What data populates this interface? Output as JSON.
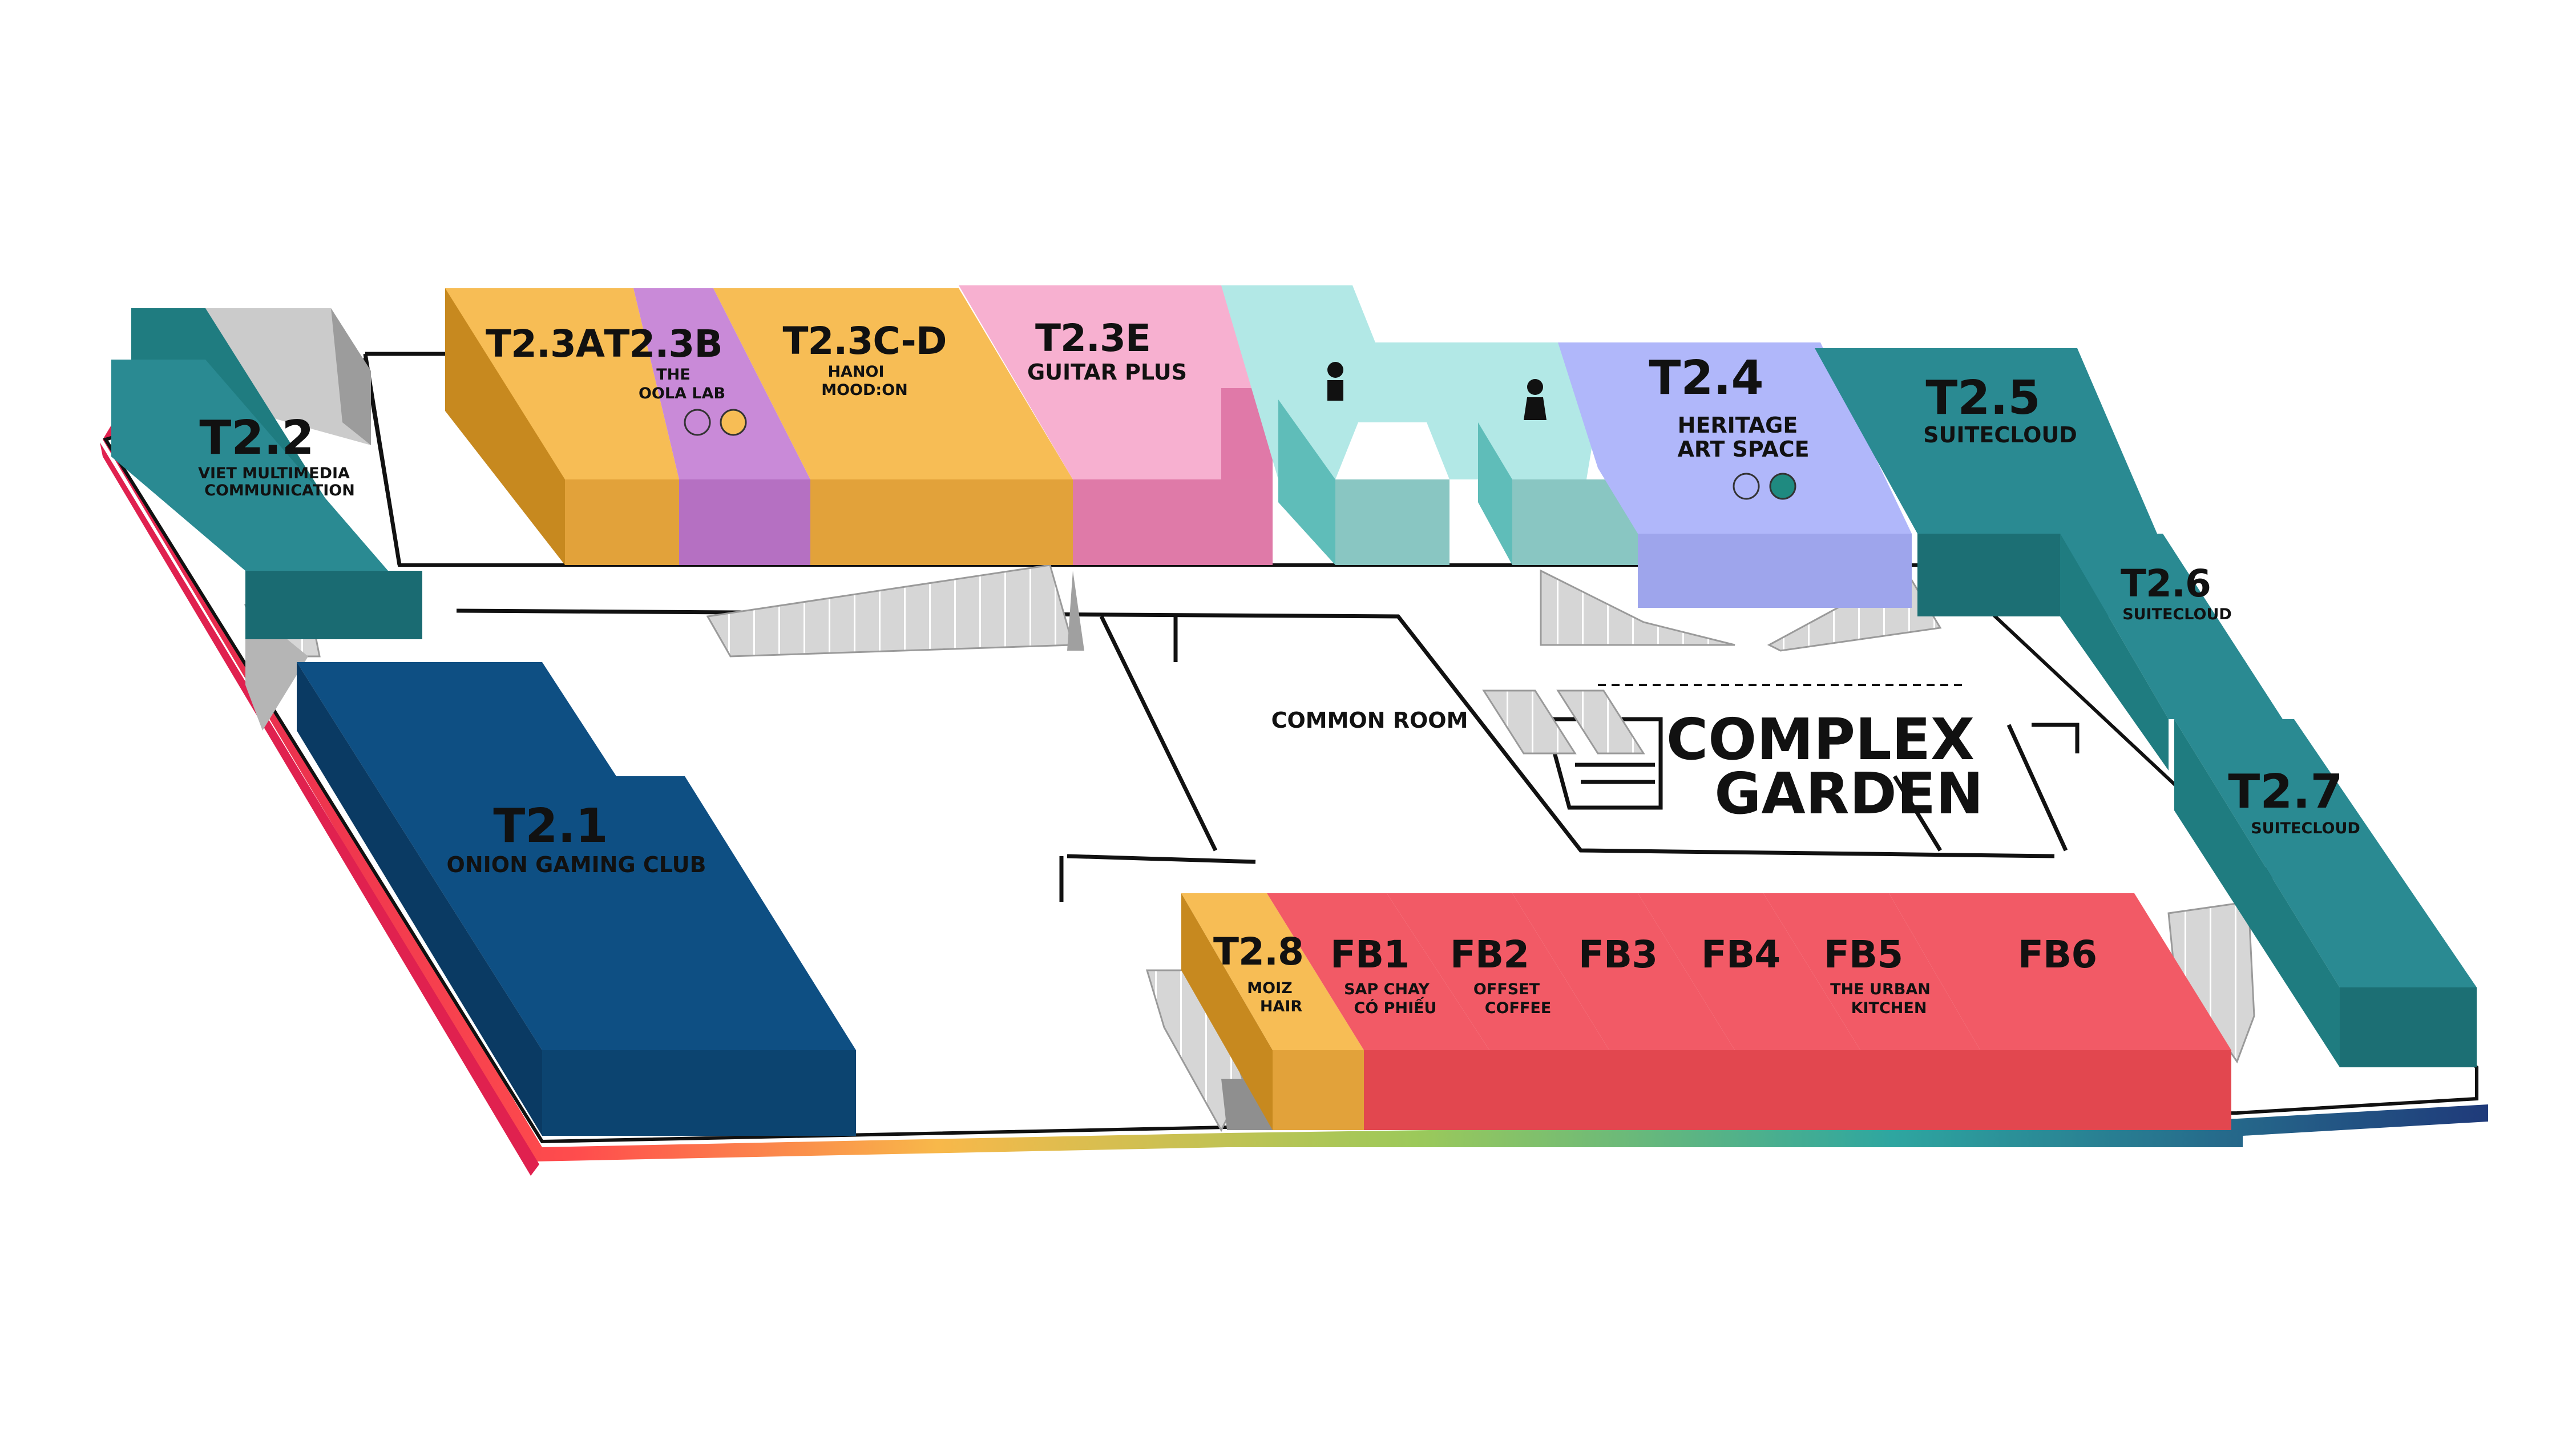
{
  "colors": {
    "yellow": "#f7bd55",
    "purple": "#c98ad8",
    "pink": "#f7b0d0",
    "mint": "#b2e8e6",
    "lavender": "#b0b7fa",
    "teal": "#2a8a92",
    "navy": "#0e4f83",
    "red": "#f25a66",
    "stairs": "#cfcfcf",
    "edge_gradient": [
      "#e0214f",
      "#ff6b4a",
      "#f8b84a",
      "#9cc95a",
      "#2ea6a0",
      "#1f3a7a"
    ]
  },
  "units": {
    "t21": {
      "code": "T2.1",
      "name": "ONION GAMING CLUB"
    },
    "t22": {
      "code": "T2.2",
      "name_lines": [
        "VIET MULTIMEDIA",
        "COMMUNICATION"
      ]
    },
    "t23a": {
      "code": "T2.3A"
    },
    "t23b": {
      "code": "T2.3B",
      "name_lines": [
        "THE",
        "OOLA LAB"
      ]
    },
    "t23cd": {
      "code": "T2.3C-D",
      "name_lines": [
        "HANOI",
        "MOOD:ON"
      ]
    },
    "t23e": {
      "code": "T2.3E",
      "name": "GUITAR PLUS"
    },
    "t24": {
      "code": "T2.4",
      "name_lines": [
        "HERITAGE",
        "ART SPACE"
      ]
    },
    "t25": {
      "code": "T2.5",
      "name": "SUITECLOUD"
    },
    "t26": {
      "code": "T2.6",
      "name": "SUITECLOUD"
    },
    "t27": {
      "code": "T2.7",
      "name": "SUITECLOUD"
    },
    "t28": {
      "code": "T2.8",
      "name_lines": [
        "MOIZ",
        "HAIR"
      ]
    },
    "fb1": {
      "code": "FB1",
      "name_lines": [
        "SAP CHAY",
        "CÓ PHIẾU"
      ]
    },
    "fb2": {
      "code": "FB2",
      "name_lines": [
        "OFFSET",
        "COFFEE"
      ]
    },
    "fb3": {
      "code": "FB3"
    },
    "fb4": {
      "code": "FB4"
    },
    "fb5": {
      "code": "FB5",
      "name_lines": [
        "THE URBAN",
        "KITCHEN"
      ]
    },
    "fb6": {
      "code": "FB6"
    }
  },
  "areas": {
    "common_room": "COMMON ROOM",
    "complex_garden_lines": [
      "COMPLEX",
      "GARDEN"
    ]
  },
  "icons": [
    "male-restroom-icon",
    "female-restroom-icon"
  ]
}
